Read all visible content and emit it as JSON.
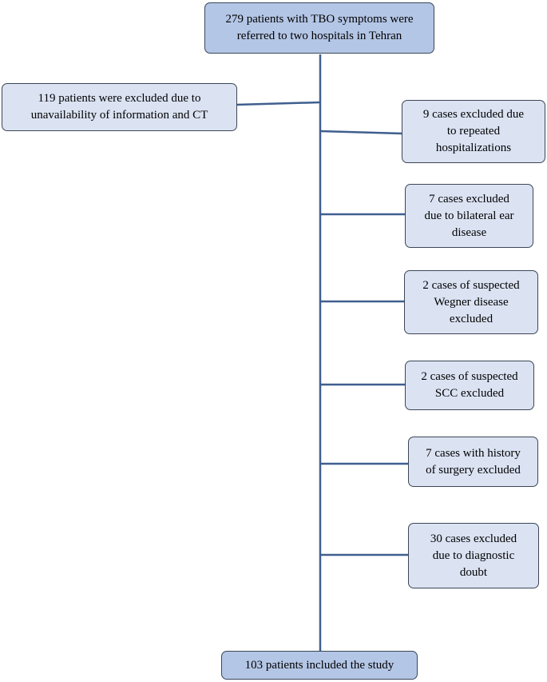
{
  "flowchart": {
    "top_box": "279 patients with TBO symptoms were\nreferred to two hospitals in Tehran",
    "left_box": "119 patients were excluded due to\nunavailability of information and CT",
    "exclusions": [
      "9 cases excluded due\nto repeated\nhospitalizations",
      "7 cases excluded\ndue to bilateral ear\ndisease",
      "2 cases of suspected\nWegner disease\nexcluded",
      "2 cases of suspected\nSCC excluded",
      "7 cases with history\nof surgery excluded",
      "30 cases excluded\ndue to diagnostic\ndoubt"
    ],
    "bottom_box": "103 patients included the study"
  },
  "colors": {
    "line": "#3f5f8f",
    "box_border": "#3b4656",
    "main_box_fill": "#b4c6e6",
    "side_box_fill": "#dbe3f3"
  }
}
